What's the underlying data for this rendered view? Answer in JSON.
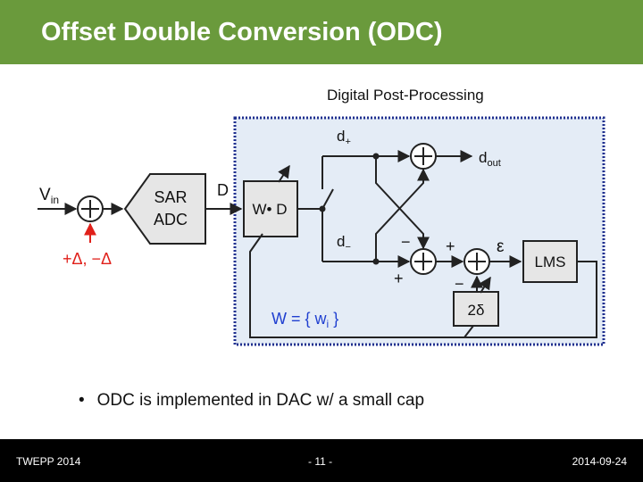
{
  "slide": {
    "title": "Offset Double Conversion (ODC)",
    "section_label": "Digital Post-Processing",
    "bullet": "ODC is implemented in DAC w/ a small cap"
  },
  "diagram": {
    "vin_label": "V",
    "vin_sub": "in",
    "offset_label": "+Δ, −Δ",
    "adc_line1": "SAR",
    "adc_line2": "ADC",
    "d_label": "D",
    "wd_label": "W• D",
    "dplus_label": "d",
    "dplus_sub": "+",
    "dminus_label": "d",
    "dminus_sub": "−",
    "dout_label": "d",
    "dout_sub": "out",
    "eps_label": "ε",
    "lms_label": "LMS",
    "delta_block_label": "2δ",
    "w_label": "W = { w",
    "w_sub": "i",
    "w_close": " }",
    "sign_minus_top": "−",
    "sign_plus_top": "+",
    "sign_plus_bottom": "+",
    "sign_minus_lms": "−",
    "colors": {
      "panel_fill": "#e4ecf6",
      "panel_border": "#1f2f8f",
      "block_fill": "#e6e6e6",
      "accent_red": "#e0201a",
      "w_label_blue": "#1f3fd0"
    }
  },
  "footer": {
    "left": "TWEPP 2014",
    "center": "- 11 -",
    "right": "2014-09-24"
  }
}
